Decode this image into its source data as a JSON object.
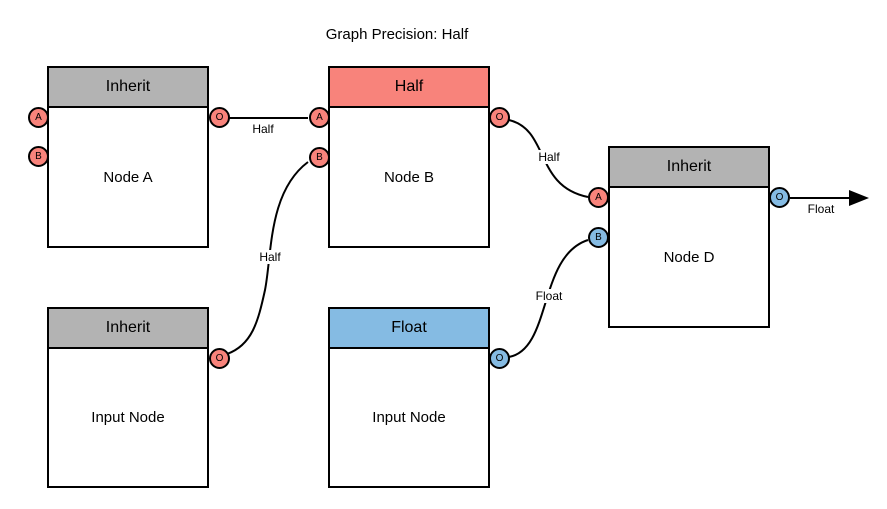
{
  "title": "Graph Precision: Half",
  "colors": {
    "salmon": "#F8837B",
    "blue": "#85BBE3",
    "gray": "#B3B3B3",
    "stroke": "#000000"
  },
  "nodes": [
    {
      "header": "Inherit",
      "name": "Node A",
      "precision": "Inherit",
      "ports": {
        "a": "A",
        "b": "B",
        "o": "O"
      }
    },
    {
      "header": "Half",
      "name": "Node B",
      "precision": "Half",
      "ports": {
        "a": "A",
        "b": "B",
        "o": "O"
      }
    },
    {
      "header": "Inherit",
      "name": "Node D",
      "precision": "Inherit",
      "ports": {
        "a": "A",
        "b": "B",
        "o": "O"
      }
    },
    {
      "header": "Inherit",
      "name": "Input Node",
      "precision": "Inherit",
      "ports": {
        "o": "O"
      }
    },
    {
      "header": "Float",
      "name": "Input Node",
      "precision": "Float",
      "ports": {
        "o": "O"
      }
    }
  ],
  "edges": [
    {
      "from": "Node A.O",
      "to": "Node B.A",
      "label": "Half"
    },
    {
      "from": "Input Node Inherit.O",
      "to": "Node B.B",
      "label": "Half"
    },
    {
      "from": "Node B.O",
      "to": "Node D.A",
      "label": "Half"
    },
    {
      "from": "Input Node Float.O",
      "to": "Node D.B",
      "label": "Float"
    },
    {
      "from": "Node D.O",
      "to": "graph-output",
      "label": "Float"
    }
  ]
}
